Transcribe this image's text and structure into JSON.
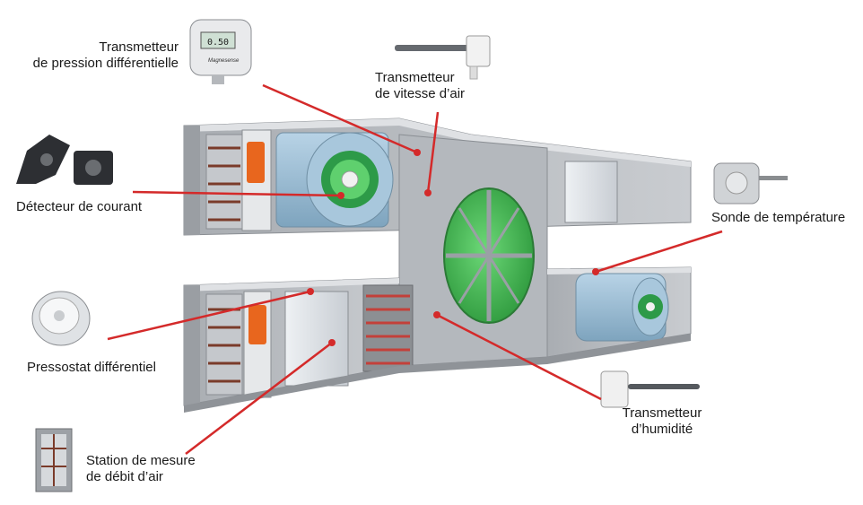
{
  "labels": {
    "pressure_transmitter": [
      "Transmetteur",
      "de pression différentielle"
    ],
    "air_velocity": [
      "Transmetteur",
      "de vitesse d’air"
    ],
    "current_detector": [
      "Détecteur de courant"
    ],
    "temperature_probe": [
      "Sonde de température"
    ],
    "pressure_switch": [
      "Pressostat différentiel"
    ],
    "humidity_transmitter": [
      "Transmetteur",
      "d’humidité"
    ],
    "airflow_station": [
      "Station de mesure",
      "de débit d’air"
    ]
  },
  "device_readout": "0.50",
  "device_brand": "Magnesense",
  "colors": {
    "leader_line": "#d42a2a",
    "duct_metal": "#b9bcc0",
    "fan_blue": "#9bbfd6",
    "wheel_green": "#4bbf57",
    "actuator_orange": "#e8661e"
  }
}
